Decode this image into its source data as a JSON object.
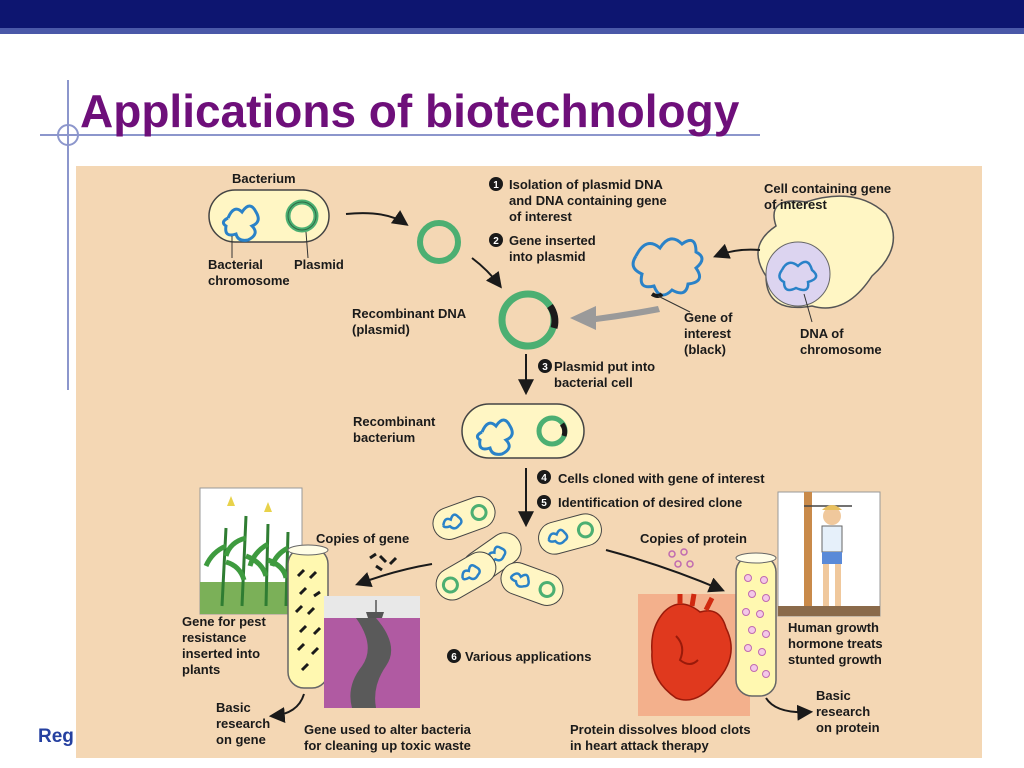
{
  "slide": {
    "title": "Applications of biotechnology",
    "footer_partial": "Reg"
  },
  "colors": {
    "header_bar": "#0d1570",
    "title": "#6e0f7a",
    "figure_background": "#f4d7b4",
    "cell": "#fff6c4",
    "plasmid": "#4caf72",
    "dna": "#2a82c8"
  },
  "diagram": {
    "bacterium": "Bacterium",
    "bacterial_chromosome": [
      "Bacterial",
      "chromosome"
    ],
    "plasmid": "Plasmid",
    "cell_containing_gene": [
      "Cell containing gene",
      "of interest"
    ],
    "dna_of_chromosome": [
      "DNA of",
      "chromosome"
    ],
    "gene_of_interest": [
      "Gene of",
      "interest",
      "(black)"
    ],
    "recombinant_dna": [
      "Recombinant DNA",
      "(plasmid)"
    ],
    "recombinant_bacterium": [
      "Recombinant",
      "bacterium"
    ],
    "copies_of_gene": "Copies of gene",
    "copies_of_protein": "Copies of protein",
    "steps": [
      {
        "num": "1",
        "lines": [
          "Isolation of plasmid DNA",
          "and DNA containing gene",
          "of interest"
        ]
      },
      {
        "num": "2",
        "lines": [
          "Gene inserted",
          "into plasmid"
        ]
      },
      {
        "num": "3",
        "lines": [
          "Plasmid put into",
          "bacterial cell"
        ]
      },
      {
        "num": "4",
        "lines": [
          "Cells cloned with gene of interest"
        ]
      },
      {
        "num": "5",
        "lines": [
          "Identification of desired clone"
        ]
      },
      {
        "num": "6",
        "lines": [
          "Various applications"
        ]
      }
    ],
    "applications": {
      "pest_resistance": [
        "Gene for pest",
        "resistance",
        "inserted into",
        "plants"
      ],
      "basic_research_gene": [
        "Basic",
        "research",
        "on gene"
      ],
      "toxic_waste": [
        "Gene used to alter bacteria",
        "for cleaning up toxic waste"
      ],
      "blood_clots": [
        "Protein dissolves blood clots",
        "in heart attack therapy"
      ],
      "growth_hormone": [
        "Human growth",
        "hormone treats",
        "stunted growth"
      ],
      "basic_research_protein": [
        "Basic",
        "research",
        "on protein"
      ]
    }
  }
}
